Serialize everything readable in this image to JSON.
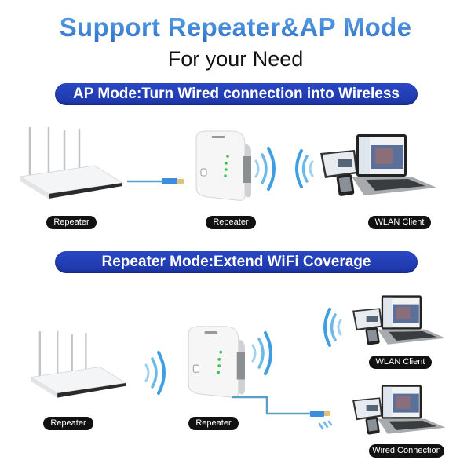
{
  "header": {
    "title": "Support Repeater&AP Mode",
    "subtitle": "For your Need"
  },
  "colors": {
    "title_blue": "#3f86d6",
    "banner_blue": "#2240b8",
    "label_black": "#111111",
    "signal_blue": "#4aa8e6",
    "cable_blue": "#4a8cb0",
    "led_green": "#3ec24a"
  },
  "ap_mode": {
    "banner": "AP Mode:Turn Wired connection into Wireless",
    "devices": [
      {
        "icon": "router-icon",
        "label": "Repeater"
      },
      {
        "icon": "repeater-icon",
        "label": "Repeater"
      },
      {
        "icon": "laptop-tablet-phone-icon",
        "label": "WLAN Client"
      }
    ]
  },
  "repeater_mode": {
    "banner": "Repeater Mode:Extend WiFi Coverage",
    "devices": [
      {
        "icon": "router-icon",
        "label": "Repeater"
      },
      {
        "icon": "repeater-icon",
        "label": "Repeater"
      },
      {
        "icon": "laptop-tablet-phone-icon",
        "label": "WLAN Client"
      },
      {
        "icon": "laptop-tablet-phone-icon",
        "label": "Wired Connection"
      }
    ]
  }
}
